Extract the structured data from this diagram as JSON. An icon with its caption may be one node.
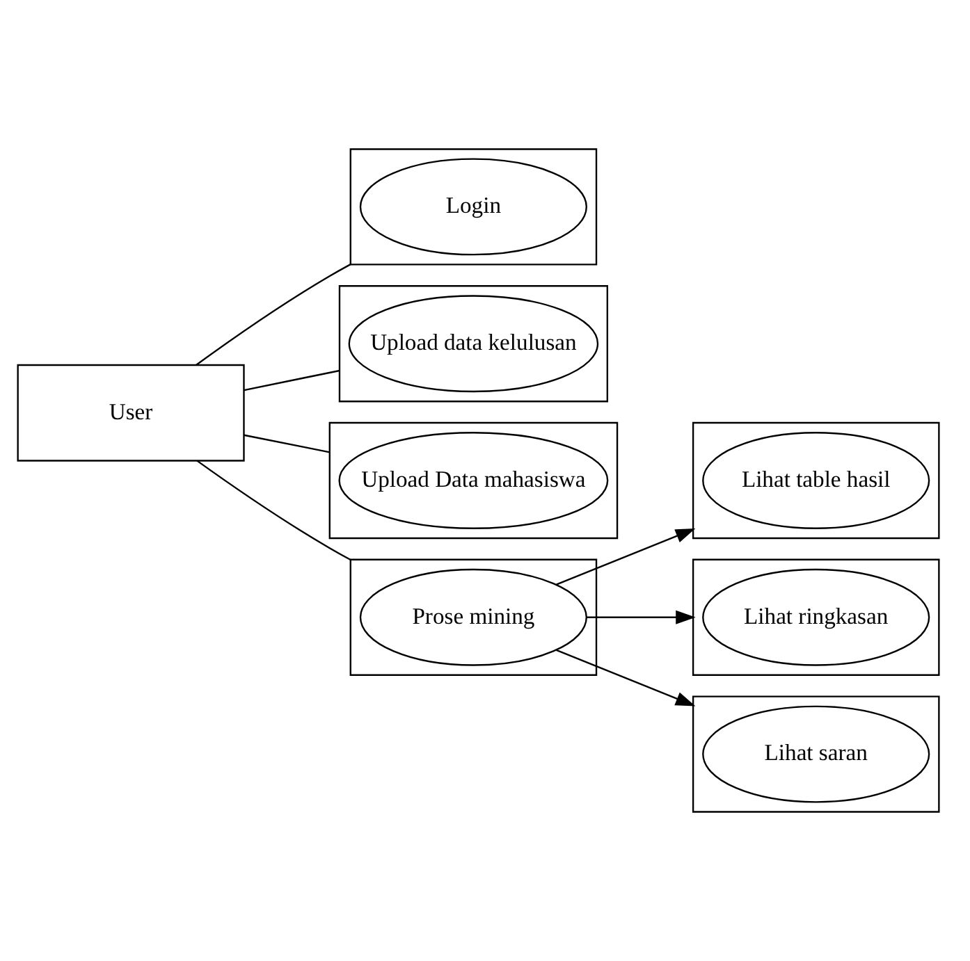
{
  "diagram": {
    "nodes": [
      {
        "text": [
          "User"
        ]
      },
      {
        "text": [],
        "shape": "box"
      },
      {
        "text": [
          "Login"
        ],
        "in": 1
      },
      {
        "text": [],
        "shape": "box"
      },
      {
        "text": [
          "Upload data kelulusan"
        ],
        "in": 3
      },
      {
        "text": [],
        "shape": "box"
      },
      {
        "text": [
          "Upload Data mahasiswa"
        ],
        "in": 5
      },
      {
        "text": [],
        "shape": "box"
      },
      {
        "text": [
          "Prose mining"
        ],
        "in": 7
      },
      {
        "text": [],
        "shape": "box"
      },
      {
        "text": [
          "Lihat table hasil"
        ],
        "in": 9
      },
      {
        "text": [],
        "shape": "box"
      },
      {
        "text": [
          "Lihat ringkasan"
        ],
        "in": 11
      },
      {
        "text": [],
        "shape": "box"
      },
      {
        "text": [
          "Lihat saran"
        ],
        "in": 13
      }
    ],
    "edges": [
      {
        "from": 0,
        "to": 1,
        "arrow": "none"
      },
      {
        "from": 0,
        "to": 3,
        "arrow": "none"
      },
      {
        "from": 0,
        "to": 5,
        "arrow": "none"
      },
      {
        "from": 0,
        "to": 7,
        "arrow": "none"
      },
      {
        "from": 8,
        "to": 9,
        "arrow": "to"
      },
      {
        "from": 8,
        "to": 11,
        "arrow": "to"
      },
      {
        "from": 8,
        "to": 13,
        "arrow": "to"
      }
    ]
  }
}
